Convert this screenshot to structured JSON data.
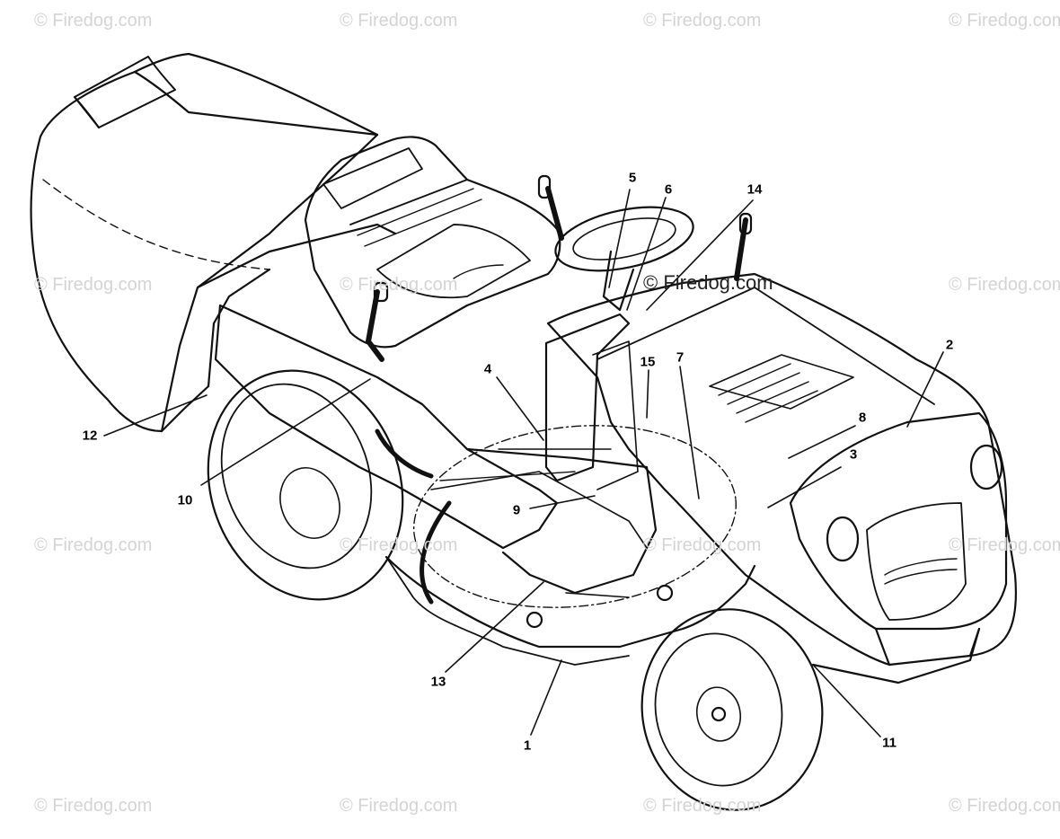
{
  "watermark": "© Firedog.com",
  "colors": {
    "line": "#111111",
    "watermark": "#d4d4d4",
    "background": "#ffffff"
  },
  "callouts": {
    "c1": "1",
    "c2": "2",
    "c3": "3",
    "c4": "4",
    "c5": "5",
    "c6": "6",
    "c7": "7",
    "c8": "8",
    "c9": "9",
    "c10": "10",
    "c11": "11",
    "c12": "12",
    "c13": "13",
    "c14": "14",
    "c15": "15"
  }
}
